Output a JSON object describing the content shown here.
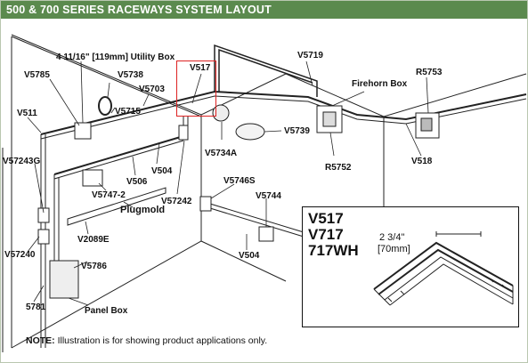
{
  "title": "500 & 700 SERIES RACEWAYS SYSTEM LAYOUT",
  "labels": {
    "utility_box": "4 11/16\" [119mm] Utility Box",
    "v5785": "V5785",
    "v5738": "V5738",
    "v5703": "V5703",
    "v517": "V517",
    "v5719": "V5719",
    "firehorn_box": "Firehorn Box",
    "r5753": "R5753",
    "v511": "V511",
    "v5715": "V5715",
    "v5734a": "V5734A",
    "v5739": "V5739",
    "r5752": "R5752",
    "v518": "V518",
    "v57243g": "V57243G",
    "v504a": "V504",
    "v506": "V506",
    "v5747_2": "V5747-2",
    "v57242": "V57242",
    "v5746s": "V5746S",
    "v5744": "V5744",
    "plugmold": "Plugmold",
    "v2089e": "V2089E",
    "v57240": "V57240",
    "v5786": "V5786",
    "v504b": "V504",
    "n5781": "5781",
    "panel_box": "Panel Box"
  },
  "inset": {
    "codes": [
      "V517",
      "V717",
      "717WH"
    ],
    "dim_imperial": "2 3/4\"",
    "dim_metric": "[70mm]"
  },
  "note": {
    "prefix": "NOTE:",
    "text": "Illustration is for showing product applications only."
  },
  "colors": {
    "title_bar": "#5b8a4e",
    "highlight": "#d22222"
  }
}
